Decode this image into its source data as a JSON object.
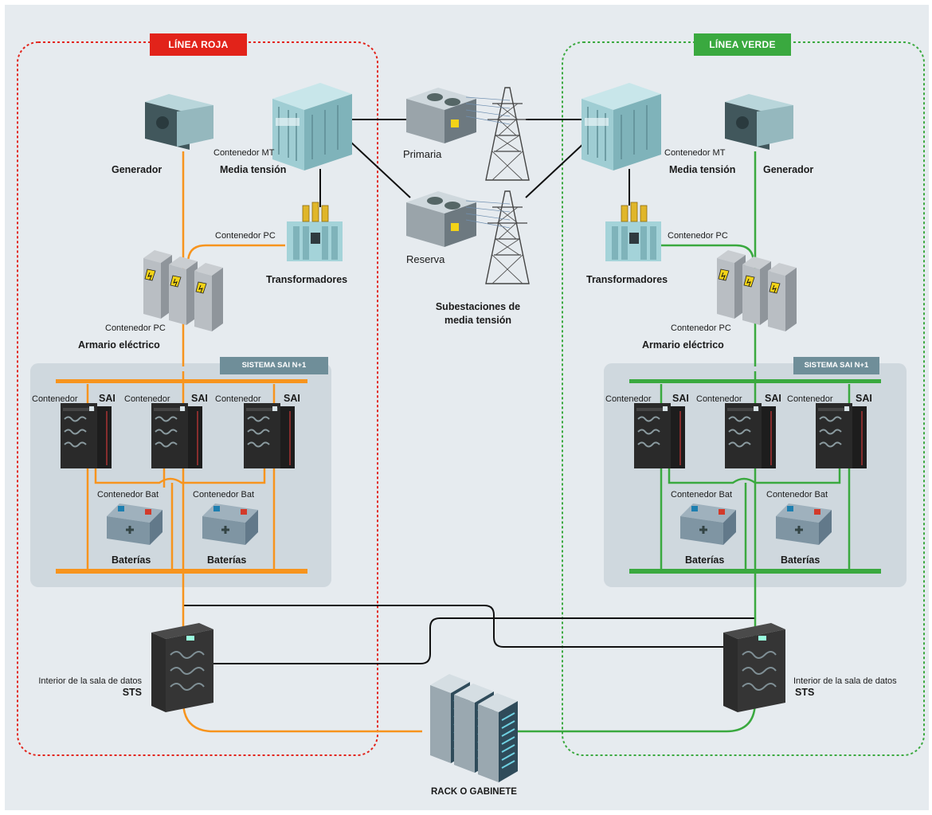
{
  "colors": {
    "red_line": "#e2231a",
    "green_line": "#3aa93f",
    "orange_wire": "#f7941d",
    "green_wire": "#3aa93f",
    "background": "#e6ebef",
    "sai_panel": "#cfd8de",
    "sai_badge": "#6f8e99"
  },
  "red_line": {
    "title": "LÍNEA ROJA",
    "generator": {
      "label": "Generador"
    },
    "mt": {
      "container": "Contenedor MT",
      "label": "Media tensión"
    },
    "transformer": {
      "container": "Contenedor PC",
      "label": "Transformadores"
    },
    "cabinet": {
      "container": "Contenedor PC",
      "label": "Armario eléctrico"
    },
    "sai_system": {
      "title": "SISTEMA SAI N+1",
      "units": [
        {
          "container": "Contenedor",
          "label": "SAI"
        },
        {
          "container": "Contenedor",
          "label": "SAI"
        },
        {
          "container": "Contenedor",
          "label": "SAI"
        }
      ],
      "batteries": [
        {
          "container": "Contenedor Bat",
          "label": "Baterías"
        },
        {
          "container": "Contenedor Bat",
          "label": "Baterías"
        }
      ]
    },
    "sts": {
      "location": "Interior de la sala de datos",
      "label": "STS"
    }
  },
  "green_line": {
    "title": "LÍNEA VERDE",
    "generator": {
      "label": "Generador"
    },
    "mt": {
      "container": "Contenedor MT",
      "label": "Media tensión"
    },
    "transformer": {
      "container": "Contenedor PC",
      "label": "Transformadores"
    },
    "cabinet": {
      "container": "Contenedor PC",
      "label": "Armario eléctrico"
    },
    "sai_system": {
      "title": "SISTEMA SAI N+1",
      "units": [
        {
          "container": "Contenedor",
          "label": "SAI"
        },
        {
          "container": "Contenedor",
          "label": "SAI"
        },
        {
          "container": "Contenedor",
          "label": "SAI"
        }
      ],
      "batteries": [
        {
          "container": "Contenedor Bat",
          "label": "Baterías"
        },
        {
          "container": "Contenedor Bat",
          "label": "Baterías"
        }
      ]
    },
    "sts": {
      "location": "Interior de la sala de datos",
      "label": "STS"
    }
  },
  "substations": {
    "primary": "Primaria",
    "reserve": "Reserva",
    "label_line1": "Subestaciones de",
    "label_line2": "media tensión"
  },
  "rack": {
    "label": "RACK O GABINETE"
  }
}
